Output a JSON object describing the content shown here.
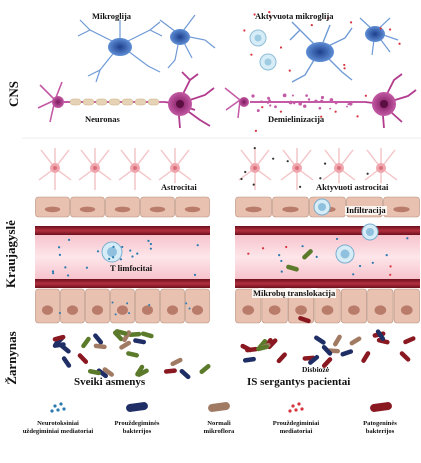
{
  "side_labels": {
    "cns": "CNS",
    "blood": "Kraujagyslė",
    "gut": "Žarnynas"
  },
  "left": {
    "microglia": "Mikroglija",
    "neuron": "Neuronas",
    "astrocytes": "Astrocitai",
    "tcells": "T limfocitai",
    "group": "Sveiki asmenys"
  },
  "right": {
    "microglia": "Aktyvuota mikroglija",
    "demyelination": "Demielinizacija",
    "astrocytes": "Aktyvuoti astrocitai",
    "infiltration": "Infiltracija",
    "translocation": "Mikrobų translokacija",
    "dysbiosis": "Disbiozė",
    "group": "IS sergantys pacientai"
  },
  "legend": [
    {
      "line1": "Neurotoksiniai",
      "line2": "uždegiminiai mediatoriai",
      "icon": "blue-dots-icon"
    },
    {
      "line1": "Prouždegiminės",
      "line2": "bakterijos",
      "icon": "navy-bacterium-icon"
    },
    {
      "line1": "Normali",
      "line2": "mikroflora",
      "icon": "brown-bacterium-icon"
    },
    {
      "line1": "Prouždegiminiai",
      "line2": "mediatoriai",
      "icon": "red-dots-icon"
    },
    {
      "line1": "Patogeninės",
      "line2": "bakterijos",
      "icon": "red-bacterium-icon"
    }
  ],
  "colors": {
    "neuron": "#b23b8e",
    "microglia": "#3b6fbf",
    "astrocyte": "#f3c2c4",
    "epithelium": "#e8c1b0",
    "vessel": "#8e1b2a",
    "lumen": "#fbd9df",
    "bacterium_green": "#5b7a2a",
    "bacterium_navy": "#1f2f66",
    "bacterium_red": "#8a1820",
    "bacterium_brown": "#a07a62"
  }
}
